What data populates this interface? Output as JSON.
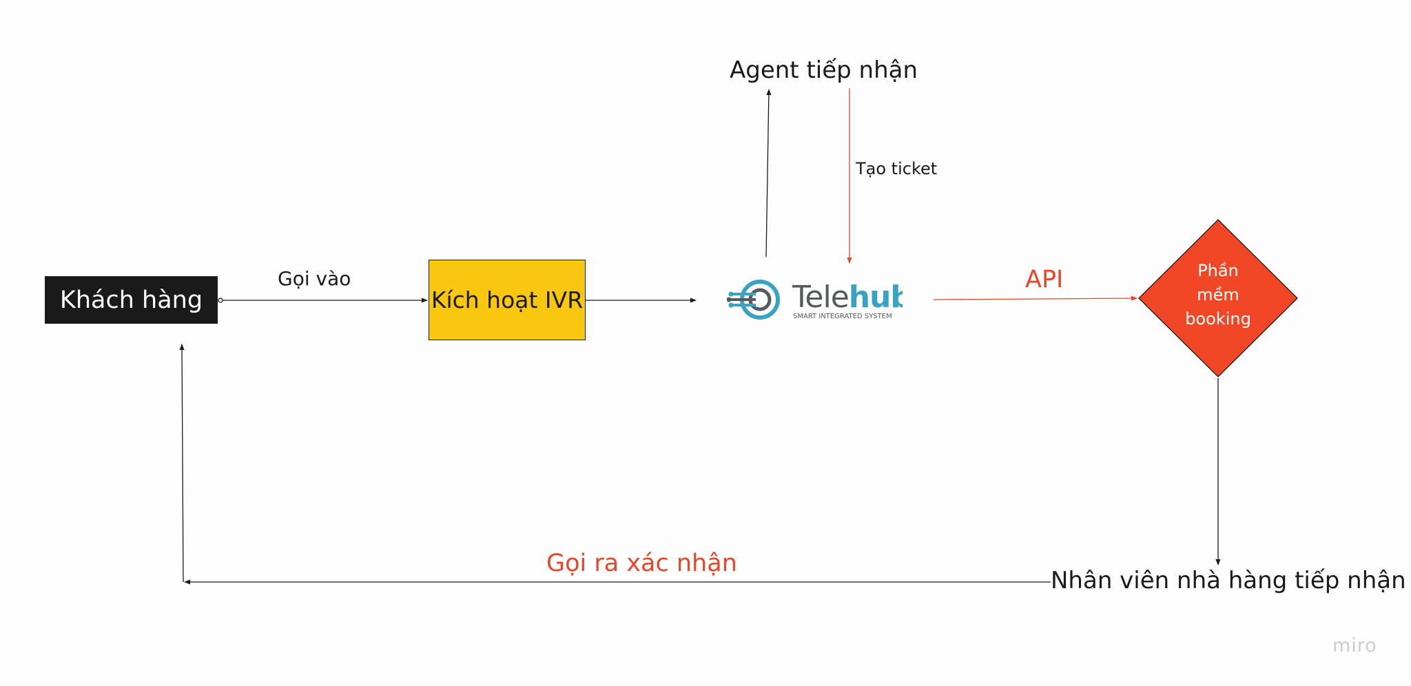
{
  "nodes": {
    "customer": "Khách hàng",
    "ivr": "Kích hoạt IVR",
    "agent": "Agent tiếp nhận",
    "booking": "Phần mềm booking",
    "staff": "Nhân viên nhà hàng tiếp nhận"
  },
  "edges": {
    "call_in": "Gọi vào",
    "create_ticket": "Tạo ticket",
    "api": "API",
    "call_back_confirm": "Gọi ra xác nhận"
  },
  "logo": {
    "name_part1": "Tele",
    "name_part2": "hub",
    "tagline": "SMART INTEGRATED SYSTEM"
  },
  "watermark": "miro",
  "colors": {
    "accent_red": "#e4472a",
    "diamond_fill": "#f24726",
    "ivr_fill": "#fac710",
    "customer_fill": "#1a1a1a",
    "logo_teal": "#3aa3c4",
    "logo_grey": "#555a60"
  }
}
